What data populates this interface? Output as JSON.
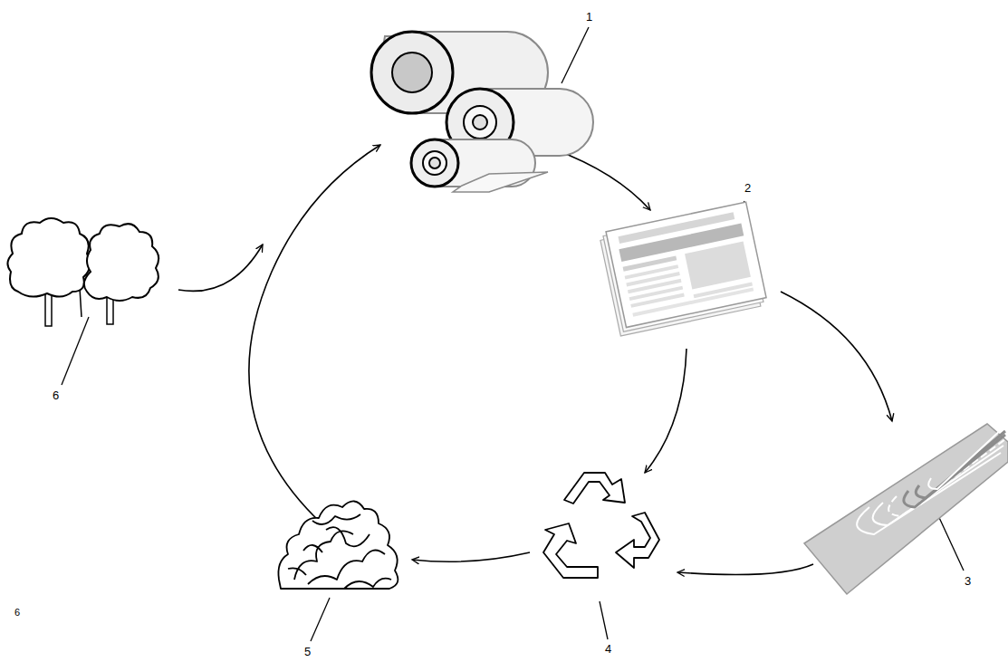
{
  "diagram": {
    "labels": [
      "1",
      "2",
      "3",
      "4",
      "5",
      "6",
      "6"
    ]
  }
}
